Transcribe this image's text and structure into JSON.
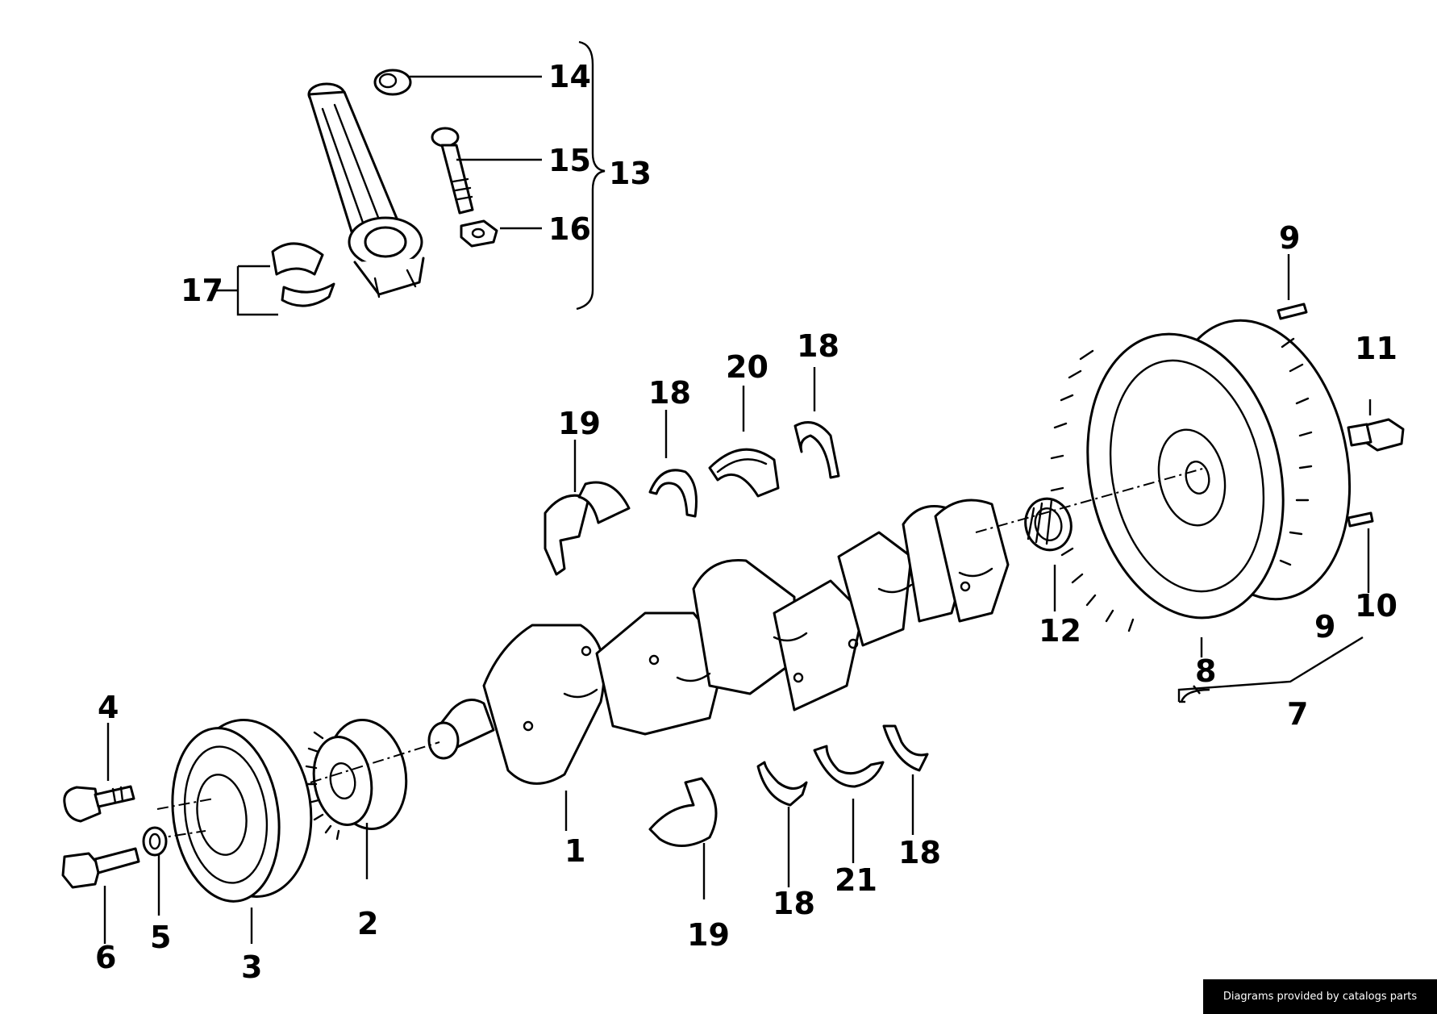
{
  "callouts": {
    "c1": "1",
    "c2": "2",
    "c3": "3",
    "c4": "4",
    "c5": "5",
    "c6": "6",
    "c7": "7",
    "c8": "8",
    "c9a": "9",
    "c9b": "9",
    "c10": "10",
    "c11": "11",
    "c12": "12",
    "c13": "13",
    "c14": "14",
    "c15": "15",
    "c16": "16",
    "c17": "17",
    "c18a": "18",
    "c18b": "18",
    "c18c": "18",
    "c18d": "18",
    "c19a": "19",
    "c19b": "19",
    "c20": "20",
    "c21": "21"
  },
  "footer": {
    "credit": "Diagrams provided by catalogs parts"
  }
}
